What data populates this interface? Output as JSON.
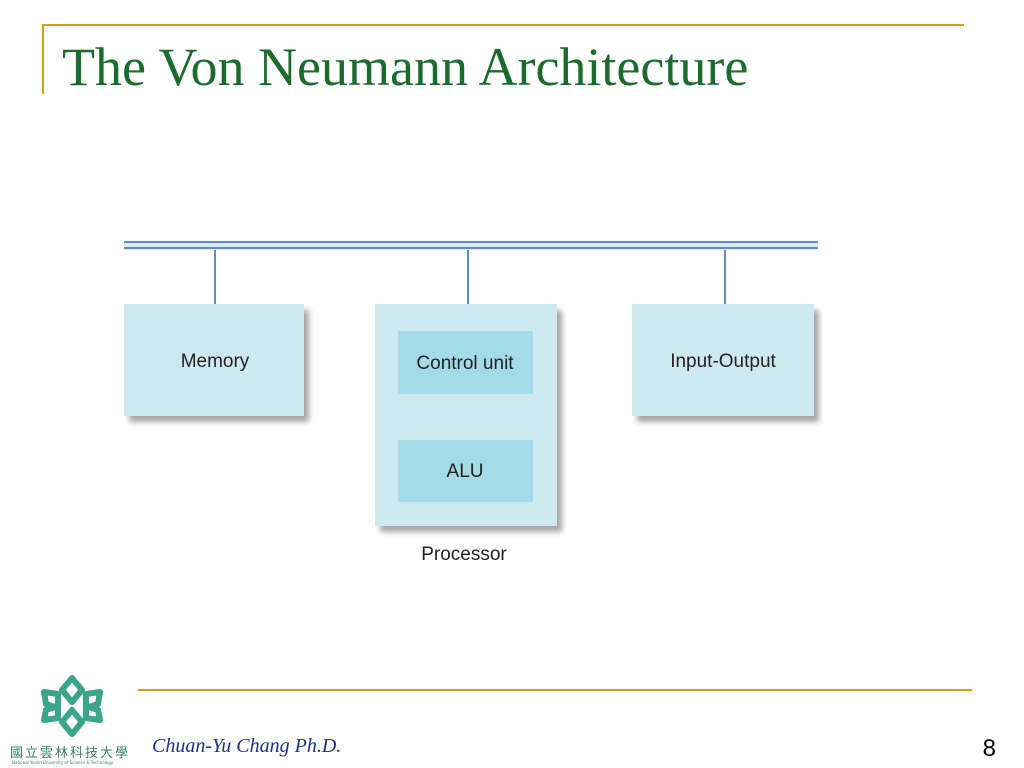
{
  "slide": {
    "title": "The Von Neumann Architecture",
    "author": "Chuan-Yu Chang Ph.D.",
    "page_number": "8"
  },
  "logo": {
    "caption": "國立雲林科技大學",
    "subcaption": "National Yunlin University of Science & Technology"
  },
  "diagram": {
    "memory_label": "Memory",
    "processor_label": "Processor",
    "control_unit_label": "Control unit",
    "alu_label": "ALU",
    "io_label": "Input-Output"
  },
  "colors": {
    "title": "#1a6b2e",
    "accent_line": "#d4a019",
    "box_outer": "#cfe9f1",
    "box_inner": "#a3dbe6",
    "bus": "#5a8fc8",
    "author": "#1c2f8c"
  }
}
